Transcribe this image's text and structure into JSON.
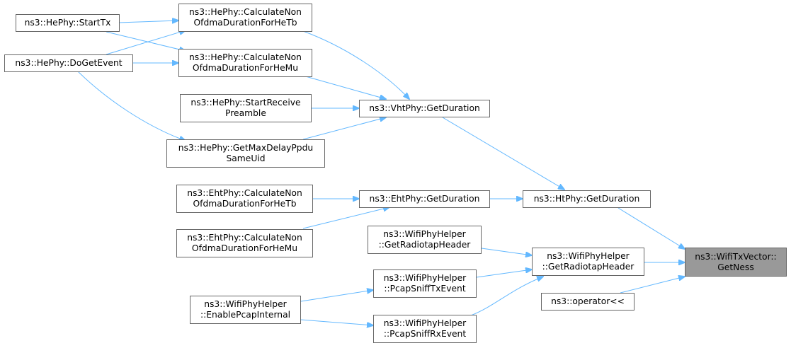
{
  "colors": {
    "edge": "#63b8ff",
    "node_border": "#666666",
    "selected_fill": "#999999",
    "background": "#ffffff"
  },
  "nodes": {
    "hephy_starttx": {
      "lines": [
        "ns3::HePhy::StartTx"
      ]
    },
    "hephy_dogetevent": {
      "lines": [
        "ns3::HePhy::DoGetEvent"
      ]
    },
    "hephy_calc_hetb": {
      "lines": [
        "ns3::HePhy::CalculateNon",
        "OfdmaDurationForHeTb"
      ]
    },
    "hephy_calc_hemu": {
      "lines": [
        "ns3::HePhy::CalculateNon",
        "OfdmaDurationForHeMu"
      ]
    },
    "hephy_startreceive": {
      "lines": [
        "ns3::HePhy::StartReceive",
        "Preamble"
      ]
    },
    "hephy_getmaxdelay": {
      "lines": [
        "ns3::HePhy::GetMaxDelayPpdu",
        "SameUid"
      ]
    },
    "vhtphy_getduration": {
      "lines": [
        "ns3::VhtPhy::GetDuration"
      ]
    },
    "ehtphy_calc_hetb": {
      "lines": [
        "ns3::EhtPhy::CalculateNon",
        "OfdmaDurationForHeTb"
      ]
    },
    "ehtphy_calc_hemu": {
      "lines": [
        "ns3::EhtPhy::CalculateNon",
        "OfdmaDurationForHeMu"
      ]
    },
    "ehtphy_getduration": {
      "lines": [
        "ns3::EhtPhy::GetDuration"
      ]
    },
    "htphy_getduration": {
      "lines": [
        "ns3::HtPhy::GetDuration"
      ]
    },
    "wph_getradiotap_a": {
      "lines": [
        "ns3::WifiPhyHelper",
        "::GetRadiotapHeader"
      ]
    },
    "wph_getradiotap_b": {
      "lines": [
        "ns3::WifiPhyHelper",
        "::GetRadiotapHeader"
      ]
    },
    "wph_pcapsnifftx": {
      "lines": [
        "ns3::WifiPhyHelper",
        "::PcapSniffTxEvent"
      ]
    },
    "wph_pcapsniffrx": {
      "lines": [
        "ns3::WifiPhyHelper",
        "::PcapSniffRxEvent"
      ]
    },
    "wph_enablepcap": {
      "lines": [
        "ns3::WifiPhyHelper",
        "::EnablePcapInternal"
      ]
    },
    "operator_ll": {
      "lines": [
        "ns3::operator<<"
      ]
    },
    "wifitxvector_getness": {
      "lines": [
        "ns3::WifiTxVector::",
        "GetNess"
      ]
    }
  }
}
